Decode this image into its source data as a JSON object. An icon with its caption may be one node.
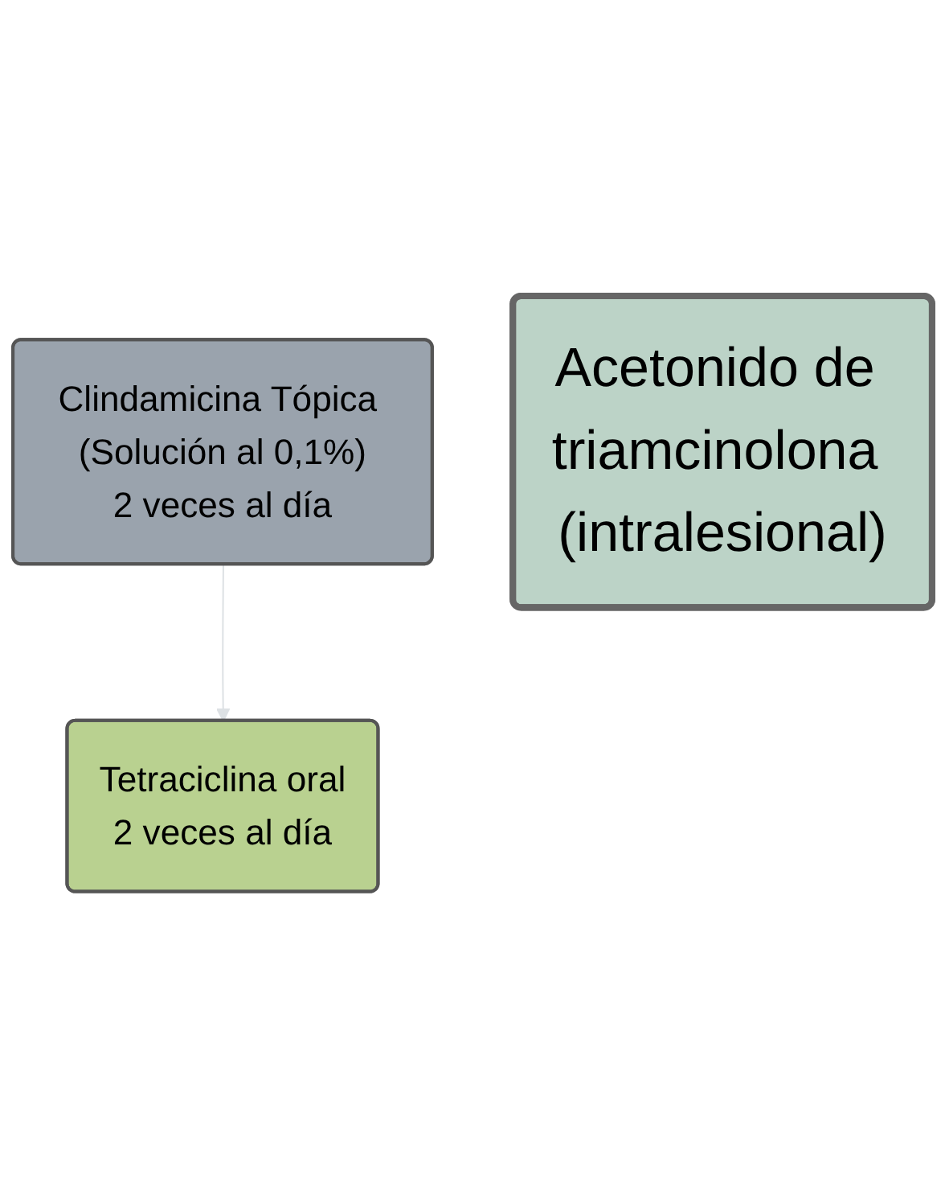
{
  "diagram": {
    "nodes": [
      {
        "text": [
          "Clindamicina Tópica (Solución al 0,1%)",
          "2 veces al día"
        ]
      },
      {
        "text": [
          "Tetraciclina oral",
          "2 veces al día"
        ]
      },
      {
        "text": [
          "Acetonido de triamcinolona (intralesional)"
        ]
      }
    ],
    "edges": [
      {
        "from": 0,
        "to": 1,
        "arrow": "to",
        "color": "#dde1e4"
      }
    ]
  }
}
